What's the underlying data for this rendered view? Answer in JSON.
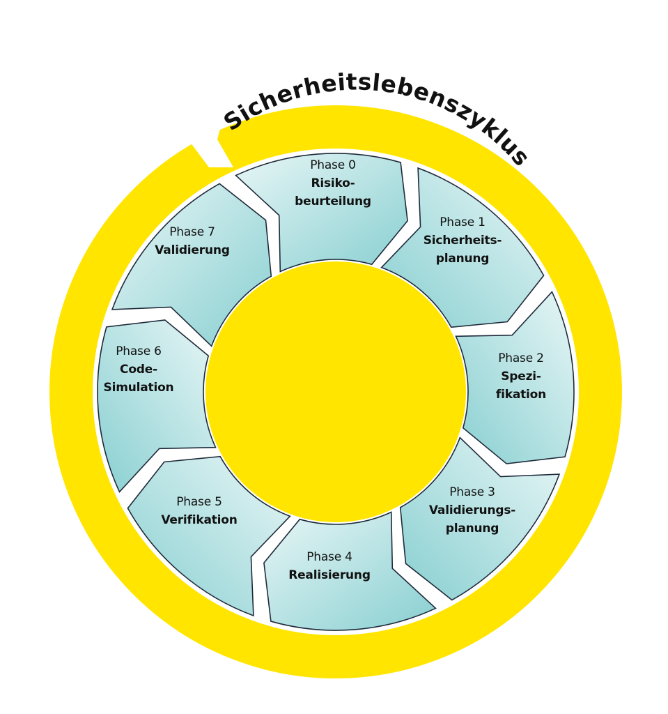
{
  "title": "Sicherheitslebenszyklus",
  "colors": {
    "ring_yellow": "#FFE500",
    "segment_dark": "#8ED2D4",
    "segment_light": "#E6F5F5",
    "outline": "#1E2A3A",
    "background": "#FFFFFF"
  },
  "phases": [
    {
      "number": "Phase 0",
      "name_line1": "Risiko-",
      "name_line2": "beurteilung"
    },
    {
      "number": "Phase 1",
      "name_line1": "Sicherheits-",
      "name_line2": "planung"
    },
    {
      "number": "Phase 2",
      "name_line1": "Spezi-",
      "name_line2": "fikation"
    },
    {
      "number": "Phase 3",
      "name_line1": "Validierungs-",
      "name_line2": "planung"
    },
    {
      "number": "Phase 4",
      "name_line1": "Realisierung",
      "name_line2": ""
    },
    {
      "number": "Phase 5",
      "name_line1": "Verifikation",
      "name_line2": ""
    },
    {
      "number": "Phase 6",
      "name_line1": "Code-",
      "name_line2": "Simulation"
    },
    {
      "number": "Phase 7",
      "name_line1": "Validierung",
      "name_line2": ""
    }
  ]
}
